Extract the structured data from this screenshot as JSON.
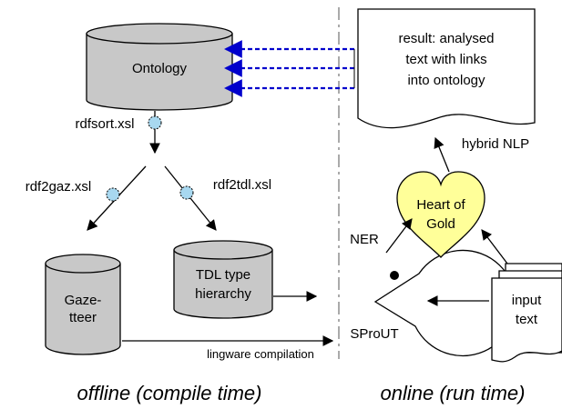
{
  "colors": {
    "cylinder_fill": "#c8c8c8",
    "heart_fill": "#ffff99",
    "feedback_arrow": "#0000cc",
    "tool_dot": "#a8d8f0",
    "background": "#ffffff"
  },
  "nodes": {
    "ontology": "Ontology",
    "gazetteer_line1": "Gaze-",
    "gazetteer_line2": "tteer",
    "tdl_line1": "TDL type",
    "tdl_line2": "hierarchy",
    "sprout": "SProUT",
    "heart_line1": "Heart of",
    "heart_line2": "Gold",
    "input_line1": "input",
    "input_line2": "text",
    "result_line1": "result: analysed",
    "result_line2": "text with links",
    "result_line3": "into ontology"
  },
  "edges": {
    "rdfsort": "rdfsort.xsl",
    "rdf2gaz": "rdf2gaz.xsl",
    "rdf2tdl": "rdf2tdl.xsl",
    "ner": "NER",
    "hybrid": "hybrid NLP",
    "lingware": "lingware compilation"
  },
  "sections": {
    "offline": "offline (compile time)",
    "online": "online (run time)"
  },
  "icons": [
    "arrow-head",
    "tool-gear-dot"
  ]
}
